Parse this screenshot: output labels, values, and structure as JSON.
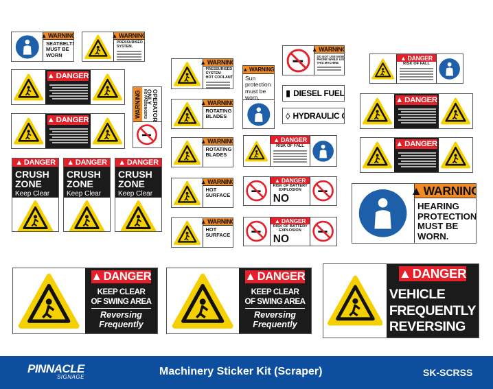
{
  "colors": {
    "warning": "#f08a24",
    "danger": "#e4202a",
    "footer": "#0d4f9e",
    "hazard_yellow": "#f5d000",
    "mandatory_blue": "#1d5fa8"
  },
  "stickers": [
    {
      "type": "warn",
      "header": "WARNING",
      "lines": [
        "SEATBELTS",
        "MUST BE",
        "WORN"
      ],
      "icon": "seatbelt-icon",
      "shape": "circle"
    },
    {
      "type": "warn",
      "header": "WARNING",
      "lines": [
        "PRESSURISED",
        "SYSTEM."
      ],
      "icon": "pressure-icon",
      "shape": "triangle",
      "fine": 4
    },
    {
      "type": "danger3",
      "header": "DANGER",
      "left": "entanglement-icon",
      "right": "falling-icon"
    },
    {
      "type": "danger3",
      "header": "DANGER",
      "left": "entanglement-icon",
      "right": "falling-icon"
    },
    {
      "type": "operator",
      "header": "WARNING",
      "lines": [
        "OPERATOR",
        "ONLY"
      ],
      "sub": "NO PASSENGERS",
      "icon": "no-passenger-icon"
    },
    {
      "type": "crush",
      "header": "DANGER",
      "lines": [
        "CRUSH",
        "ZONE"
      ],
      "sub": "Keep Clear",
      "icon": "crush-icon"
    },
    {
      "type": "crush",
      "header": "DANGER",
      "lines": [
        "CRUSH",
        "ZONE"
      ],
      "sub": "Keep Clear",
      "icon": "crush-icon"
    },
    {
      "type": "crush",
      "header": "DANGER",
      "lines": [
        "CRUSH",
        "ZONE"
      ],
      "sub": "Keep Clear",
      "icon": "crush-icon"
    },
    {
      "type": "warn",
      "header": "WARNING",
      "lines": [
        "PRESSURISED",
        "SYSTEM",
        "HOT COOLANT"
      ],
      "icon": "hot-coolant-icon",
      "shape": "triangle",
      "fine": 3
    },
    {
      "type": "warn",
      "header": "WARNING",
      "lines": [
        "ROTATING",
        "BLADES"
      ],
      "icon": "fan-icon",
      "shape": "triangle"
    },
    {
      "type": "warn",
      "header": "WARNING",
      "lines": [
        "ROTATING",
        "BLADES"
      ],
      "icon": "fan-icon",
      "shape": "triangle"
    },
    {
      "type": "warn",
      "header": "WARNING",
      "lines": [
        "HOT",
        "SURFACE"
      ],
      "icon": "hot-surface-icon",
      "shape": "triangle"
    },
    {
      "type": "warn",
      "header": "WARNING",
      "lines": [
        "HOT",
        "SURFACE"
      ],
      "icon": "hot-surface-icon",
      "shape": "triangle"
    },
    {
      "type": "sun",
      "header": "WARNING",
      "lines": [
        "Sun",
        "protection",
        "must be",
        "worn."
      ],
      "icon": "sun-protection-icon"
    },
    {
      "type": "warnR",
      "header": "WARNING",
      "lines": [
        "DO NOT USE MOBILE",
        "PHONE WHILE USING",
        "THIS MACHINE"
      ],
      "icon": "no-phone-icon",
      "fine": 2
    },
    {
      "type": "label",
      "text": "DIESEL FUEL",
      "icon": "fuel-pump-icon"
    },
    {
      "type": "label",
      "text": "HYDRAULIC OIL",
      "icon": "oil-drop-icon"
    },
    {
      "type": "danger3w",
      "header": "DANGER",
      "lines": [
        "RISK OF FALL"
      ],
      "left": "fall-icon",
      "right": "climb-icon",
      "rshape": "circle",
      "fine": 5
    },
    {
      "type": "danger3w",
      "header": "DANGER",
      "lines": [
        "RISK OF BATTERY",
        "EXPLOSION"
      ],
      "big": "NO",
      "left": "no-smoking-icon",
      "right": "no-flame-icon",
      "rshape": "prohibit",
      "lshape": "prohibit"
    },
    {
      "type": "danger3w",
      "header": "DANGER",
      "lines": [
        "RISK OF BATTERY",
        "EXPLOSION"
      ],
      "big": "NO",
      "left": "no-smoking-icon",
      "right": "no-flame-icon",
      "rshape": "prohibit",
      "lshape": "prohibit"
    },
    {
      "type": "danger3w",
      "header": "DANGER",
      "lines": [
        "RISK OF FALL"
      ],
      "left": "fall-icon",
      "right": "climb-icon",
      "rshape": "circle",
      "fine": 5
    },
    {
      "type": "danger3",
      "header": "DANGER",
      "left": "entanglement-icon",
      "right": "falling-icon"
    },
    {
      "type": "danger3",
      "header": "DANGER",
      "left": "entanglement-icon",
      "right": "falling-icon"
    },
    {
      "type": "warn",
      "header": "WARNING",
      "lines": [
        "HEARING",
        "PROTECTION",
        "MUST BE",
        "WORN."
      ],
      "icon": "ear-protection-icon",
      "shape": "circle"
    },
    {
      "type": "big",
      "header": "DANGER",
      "lines": [
        "KEEP CLEAR",
        "OF SWING AREA"
      ],
      "italic": [
        "Reversing",
        "Frequently"
      ],
      "icon": "swing-hazard-icon"
    },
    {
      "type": "big",
      "header": "DANGER",
      "lines": [
        "KEEP CLEAR",
        "OF SWING AREA"
      ],
      "italic": [
        "Reversing",
        "Frequently"
      ],
      "icon": "swing-hazard-icon"
    },
    {
      "type": "big",
      "header": "DANGER",
      "lines": [
        "VEHICLE",
        "FREQUENTLY",
        "REVERSING"
      ],
      "icon": "vehicle-reversing-icon"
    }
  ],
  "footer": {
    "brand": "PINNACLE",
    "brand_sub": "SIGNAGE",
    "title": "Machinery Sticker Kit (Scraper)",
    "code": "SK-SCRSS"
  }
}
